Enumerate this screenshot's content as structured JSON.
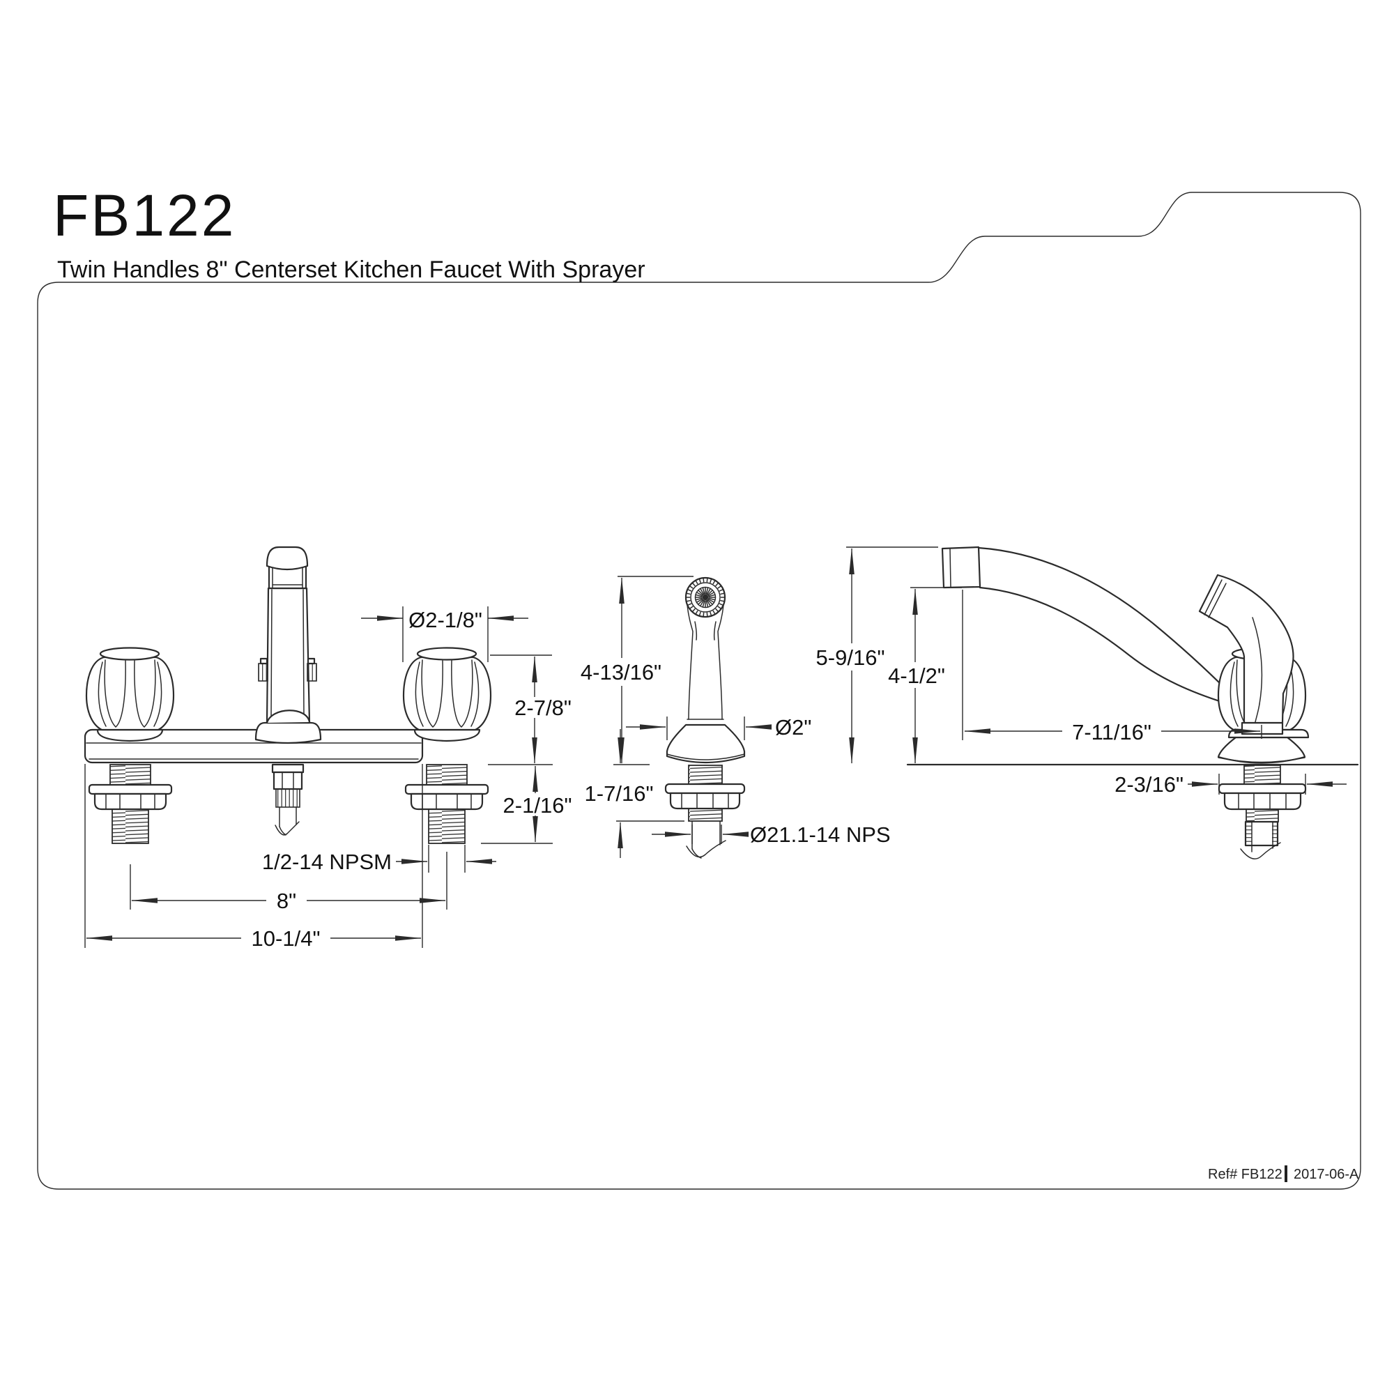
{
  "sheet": {
    "model": "FB122",
    "subtitle": "Twin Handles 8\" Centerset Kitchen Faucet With Sprayer",
    "footer": {
      "ref": "Ref# FB122",
      "revision": "2017-06-A"
    }
  },
  "views": {
    "front": {
      "label": "twin handle faucet front view",
      "dimensions": {
        "handle_diameter": "Ø2-1/8\"",
        "handle_height": "2-7/8\"",
        "shank_length": "2-1/16\"",
        "shank_thread": "1/2-14 NPSM",
        "handle_centers": "8\"",
        "deck_width": "10-1/4\""
      }
    },
    "sprayer": {
      "label": "side sprayer front view",
      "dimensions": {
        "sprayer_height": "4-13/16\"",
        "base_diameter": "Ø2\"",
        "shank_length": "1-7/16\"",
        "hose_thread": "Ø21.1-14 NPS"
      }
    },
    "side": {
      "label": "faucet side view with sprayer",
      "dimensions": {
        "spout_height": "5-9/16\"",
        "outlet_height": "4-1/2\"",
        "spout_reach": "7-11/16\"",
        "locknut_width": "2-3/16\""
      }
    }
  }
}
